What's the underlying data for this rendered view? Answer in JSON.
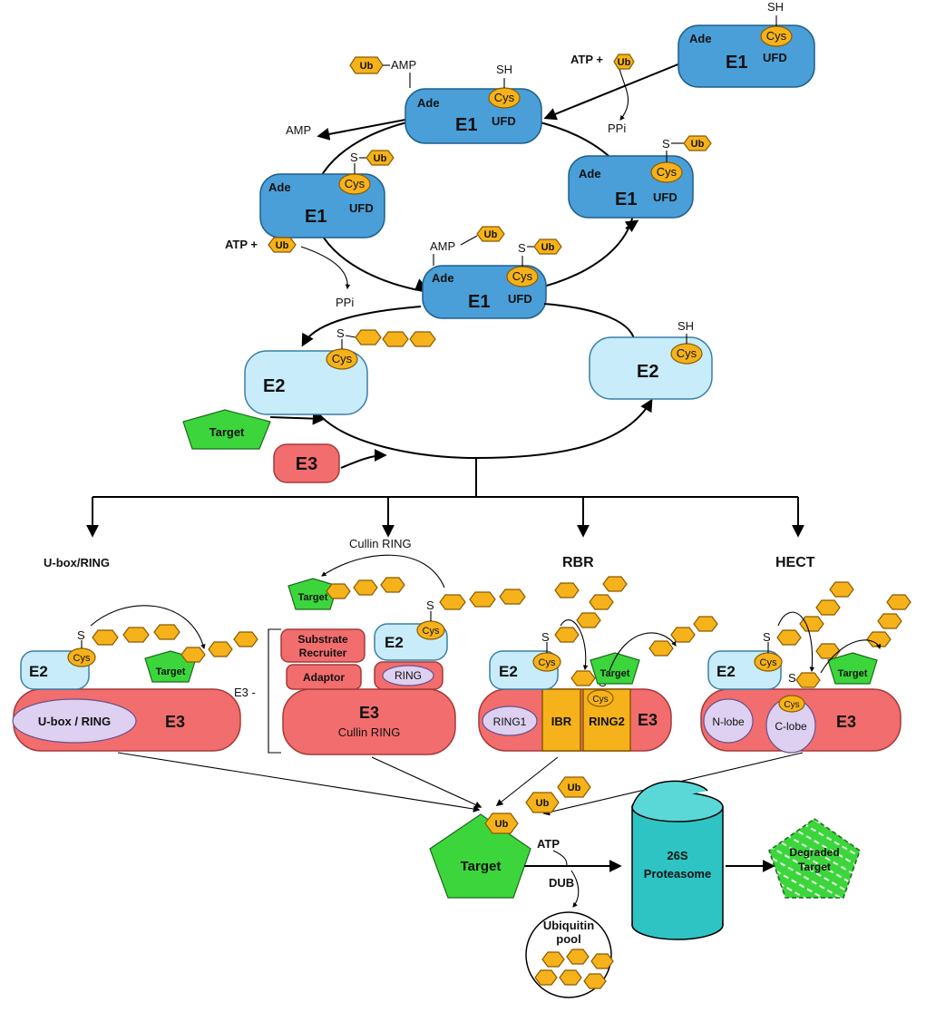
{
  "e1": {
    "ade": "Ade",
    "e1": "E1",
    "cys": "Cys",
    "ufd": "UFD",
    "sh": "SH",
    "s": "S",
    "ub": "Ub",
    "amp": "AMP",
    "atp_plus": "ATP +",
    "ppi": "PPi"
  },
  "e2": {
    "label": "E2",
    "cys": "Cys",
    "sh": "SH",
    "s": "S"
  },
  "cycle": {
    "target": "Target",
    "e3": "E3"
  },
  "branches": {
    "ubox": "U-box/RING",
    "cullin": "Cullin RING",
    "rbr": "RBR",
    "hect": "HECT"
  },
  "ubox_panel": {
    "e2": "E2",
    "cys": "Cys",
    "domain": "U-box / RING",
    "e3": "E3",
    "target": "Target",
    "s": "S",
    "ub": "Ub"
  },
  "cullin_panel": {
    "bracket_label": "E3 -",
    "substrate": "Substrate",
    "recruiter": "Recruiter",
    "adaptor": "Adaptor",
    "e2": "E2",
    "cys": "Cys",
    "ring": "RING",
    "e3": "E3",
    "cullin_ring": "Cullin RING",
    "target": "Target",
    "s": "S",
    "ub": "Ub"
  },
  "rbr_panel": {
    "e2": "E2",
    "cys": "Cys",
    "ring1": "RING1",
    "ibr": "IBR",
    "ring2": "RING2",
    "e3": "E3",
    "target": "Target",
    "s": "S",
    "ub": "Ub"
  },
  "hect_panel": {
    "e2": "E2",
    "cys": "Cys",
    "nlobe": "N-lobe",
    "clobe": "C-lobe",
    "e3": "E3",
    "target": "Target",
    "s": "S",
    "ub": "Ub"
  },
  "bottom": {
    "target": "Target",
    "ub": "Ub",
    "atp": "ATP",
    "dub": "DUB",
    "proteasome_1": "26S",
    "proteasome_2": "Proteasome",
    "degraded_1": "Degraded",
    "degraded_2": "Target",
    "pool_1": "Ubiquitin",
    "pool_2": "pool"
  },
  "colors": {
    "e1": "#4a9fd8",
    "e2": "#c8ecfa",
    "e3": "#f26d6d",
    "ubiquitin": "#f5b21a",
    "target": "#3cd63c",
    "proteasome": "#2ec4c4",
    "domain_purple": "#ddd0f0"
  }
}
